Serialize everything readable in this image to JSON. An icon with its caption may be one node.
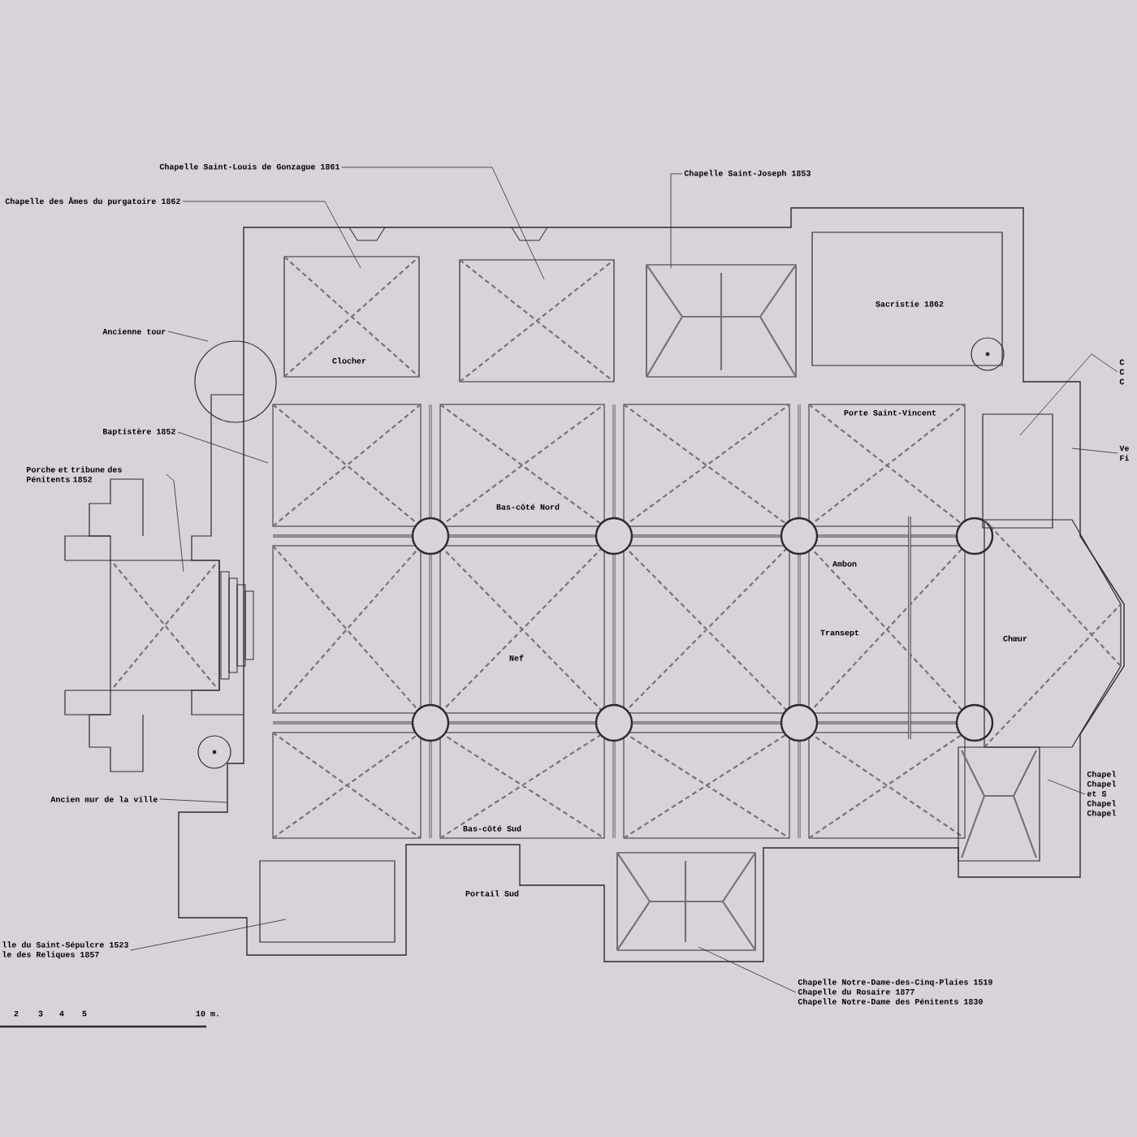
{
  "diagram": {
    "nodes": [
      {
        "text": [
          "Chapelle Saint-Louis de Gonzague 1861"
        ]
      },
      {
        "text": [
          "Chapelle des Âmes du purgatoire 1862"
        ]
      },
      {
        "text": [
          "Chapelle Saint-Joseph 1853"
        ]
      },
      {
        "text": [
          "Ancienne tour"
        ]
      },
      {
        "text": [
          "Baptistère 1852"
        ]
      },
      {
        "text": [
          "Porche et tribune des Pénitents 1852"
        ]
      },
      {
        "text": [
          "Ancien mur de la ville"
        ]
      },
      {
        "text": [
          "lle du Saint-Sépulcre 1523",
          "le des Reliques 1857"
        ]
      },
      {
        "text": [
          "Chapelle Notre-Dame-des-Cinq-Plaies 1519",
          "Chapelle du Rosaire 1877",
          "Chapelle Notre-Dame des Pénitents 1830"
        ]
      },
      {
        "text": [
          "C",
          "C",
          "C"
        ]
      },
      {
        "text": [
          "Ve",
          "Fi"
        ]
      },
      {
        "text": [
          "Chapel",
          "Chapel",
          "et S",
          "Chapel",
          "Chapel"
        ]
      }
    ],
    "edges": [
      {
        "from": 0,
        "to": null,
        "arrow": "none"
      },
      {
        "from": 1,
        "to": null,
        "arrow": "none"
      },
      {
        "from": 2,
        "to": null,
        "arrow": "none"
      },
      {
        "from": 3,
        "to": null,
        "arrow": "none"
      },
      {
        "from": 4,
        "to": null,
        "arrow": "none"
      },
      {
        "from": 5,
        "to": null,
        "arrow": "none"
      },
      {
        "from": 6,
        "to": null,
        "arrow": "none"
      },
      {
        "from": 7,
        "to": null,
        "arrow": "none"
      },
      {
        "from": 8,
        "to": null,
        "arrow": "none"
      },
      {
        "from": 9,
        "to": null,
        "arrow": "none"
      },
      {
        "from": 10,
        "to": null,
        "arrow": "none"
      },
      {
        "from": 11,
        "to": null,
        "arrow": "none"
      }
    ],
    "labels": [
      "Sacristie 1862",
      "Clocher",
      "Porte Saint-Vincent",
      "Bas-côté Nord",
      "Ambon",
      "Nef",
      "Transept",
      "Chœur",
      "Bas-côté Sud",
      "Portail Sud",
      "2",
      "3",
      "4",
      "5",
      "10 m."
    ]
  }
}
